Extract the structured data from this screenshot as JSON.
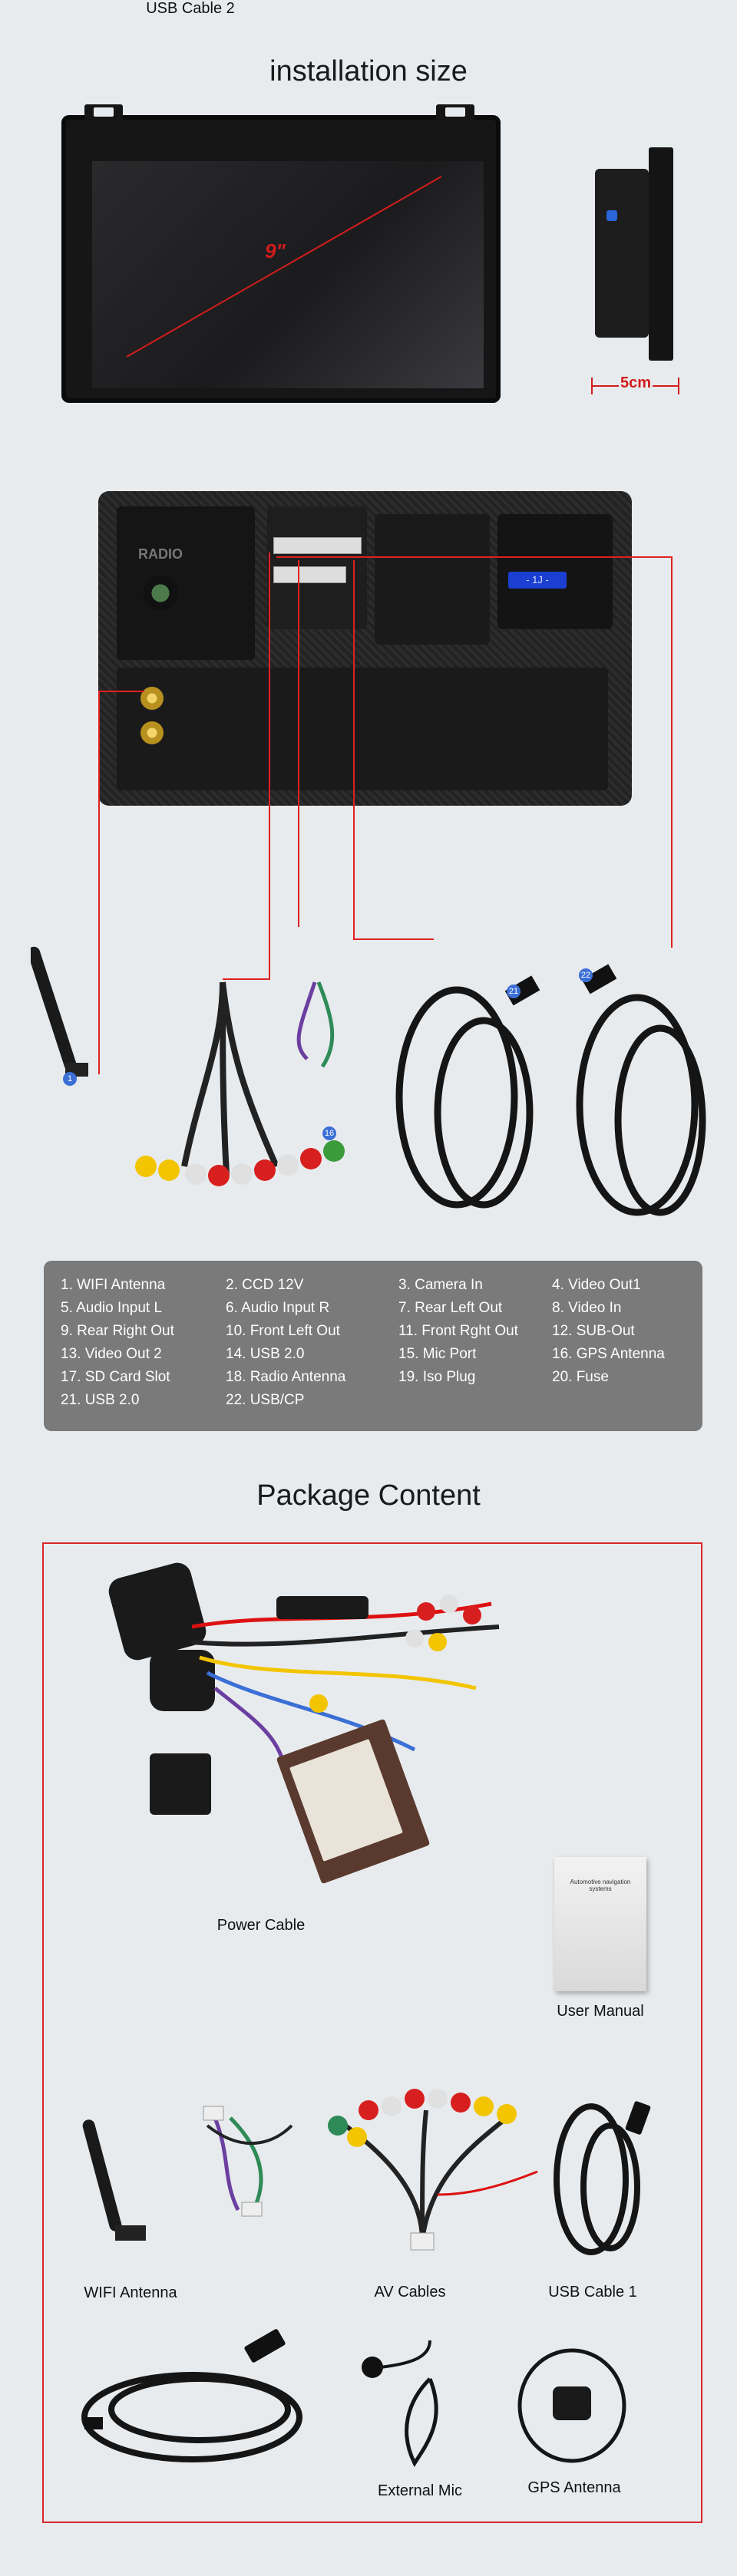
{
  "installation": {
    "title": "installation size",
    "screen_size_label": "9\"",
    "depth_label": "5cm",
    "radio_text": "RADIO",
    "sticker_text": "- 1J -"
  },
  "legend": {
    "items": [
      "1. WIFI Antenna",
      "2. CCD 12V",
      "3. Camera In",
      "4. Video Out1",
      "5. Audio Input L",
      "6. Audio Input R",
      "7. Rear Left Out",
      "8. Video In",
      "9. Rear Right Out",
      "10. Front Left Out",
      "11. Front Rght Out",
      "12. SUB-Out",
      "13. Video Out 2",
      "14. USB 2.0",
      "15. Mic  Port",
      "16. GPS Antenna",
      "17. SD Card Slot",
      "18. Radio Antenna",
      "19. Iso Plug",
      "20. Fuse",
      "21. USB 2.0",
      "22. USB/CP"
    ]
  },
  "package": {
    "title": "Package Content",
    "labels": {
      "power_cable": "Power Cable",
      "user_manual": "User Manual",
      "wifi_antenna": "WIFI Antenna",
      "av_cables": "AV Cables",
      "usb_cable_1": "USB Cable 1",
      "usb_cable_2": "USB Cable 2",
      "external_mic": "External Mic",
      "gps_antenna": "GPS Antenna"
    },
    "manual_cover_text": "Automotive navigation systems"
  },
  "colors": {
    "accent_red": "#d21c1c",
    "legend_bg": "#7a7a7a",
    "page_bg": "#e8ebee"
  }
}
